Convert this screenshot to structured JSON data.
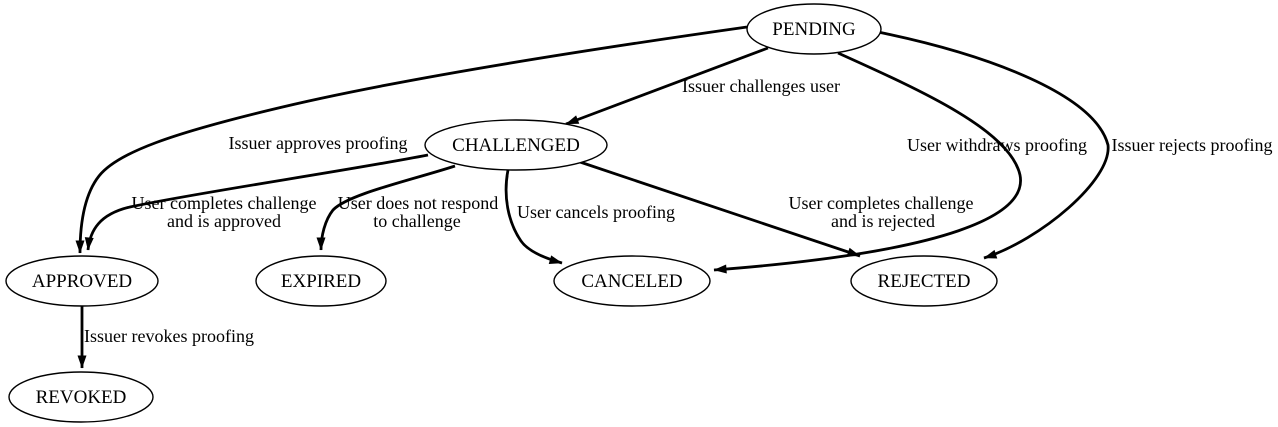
{
  "diagram": {
    "type": "state-machine",
    "background_color": "#ffffff",
    "stroke_color": "#000000",
    "nodes": [
      {
        "id": "pending",
        "label": "PENDING"
      },
      {
        "id": "challenged",
        "label": "CHALLENGED"
      },
      {
        "id": "approved",
        "label": "APPROVED"
      },
      {
        "id": "expired",
        "label": "EXPIRED"
      },
      {
        "id": "canceled",
        "label": "CANCELED"
      },
      {
        "id": "rejected",
        "label": "REJECTED"
      },
      {
        "id": "revoked",
        "label": "REVOKED"
      }
    ],
    "edges": [
      {
        "from": "pending",
        "to": "challenged",
        "label": "Issuer challenges user",
        "lines": [
          "Issuer challenges user"
        ]
      },
      {
        "from": "pending",
        "to": "approved",
        "label": "Issuer approves proofing",
        "lines": [
          "Issuer approves proofing"
        ]
      },
      {
        "from": "pending",
        "to": "canceled",
        "label": "User withdraws proofing",
        "lines": [
          "User withdraws proofing"
        ]
      },
      {
        "from": "pending",
        "to": "rejected",
        "label": "Issuer rejects proofing",
        "lines": [
          "Issuer rejects proofing"
        ]
      },
      {
        "from": "challenged",
        "to": "approved",
        "label": "User completes challenge and is approved",
        "lines": [
          "User completes challenge",
          "and is approved"
        ]
      },
      {
        "from": "challenged",
        "to": "expired",
        "label": "User does not respond to challenge",
        "lines": [
          "User does not respond",
          "to challenge"
        ]
      },
      {
        "from": "challenged",
        "to": "canceled",
        "label": "User cancels proofing",
        "lines": [
          "User cancels proofing"
        ]
      },
      {
        "from": "challenged",
        "to": "rejected",
        "label": "User completes challenge and is rejected",
        "lines": [
          "User completes challenge",
          "and is rejected"
        ]
      },
      {
        "from": "approved",
        "to": "revoked",
        "label": "Issuer revokes proofing",
        "lines": [
          "Issuer revokes proofing"
        ]
      }
    ]
  }
}
